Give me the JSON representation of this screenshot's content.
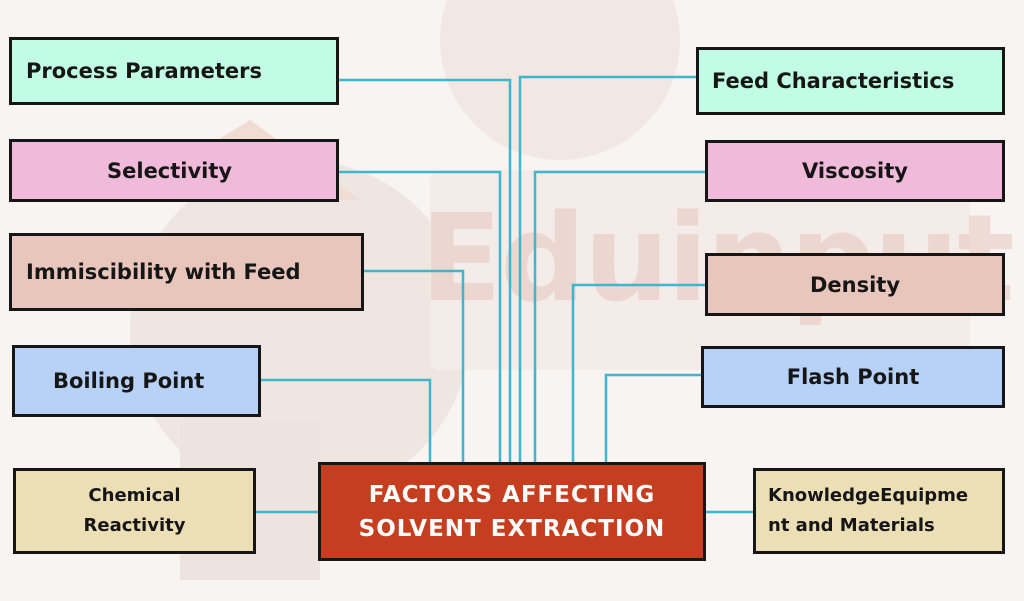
{
  "watermark": "Eduinput",
  "center": {
    "line1": "FACTORS AFFECTING",
    "line2": "SOLVENT EXTRACTION"
  },
  "left_factors": [
    {
      "label": "Process Parameters",
      "color": "#c2fbe6"
    },
    {
      "label": "Selectivity",
      "color": "#f0bada"
    },
    {
      "label": "Immiscibility with Feed",
      "color": "#e9c6bb"
    },
    {
      "label": "Boiling Point",
      "color": "#b7d1f7"
    },
    {
      "label": "Chemical Reactivity",
      "line1": "Chemical",
      "line2": "Reactivity",
      "color": "#ecdfb6"
    }
  ],
  "right_factors": [
    {
      "label": "Feed Characteristics",
      "color": "#c2fbe6"
    },
    {
      "label": "Viscosity",
      "color": "#f0bada"
    },
    {
      "label": "Density",
      "color": "#e9c6bb"
    },
    {
      "label": "Flash Point",
      "color": "#b7d1f7"
    },
    {
      "label": "KnowledgeEquipment and Materials",
      "line1": "KnowledgeEquipme",
      "line2": "nt and Materials",
      "color": "#ecdfb6"
    }
  ],
  "colors": {
    "connector": "#3fb6c9",
    "center_fill": "#c53e1f",
    "border": "#161616"
  }
}
